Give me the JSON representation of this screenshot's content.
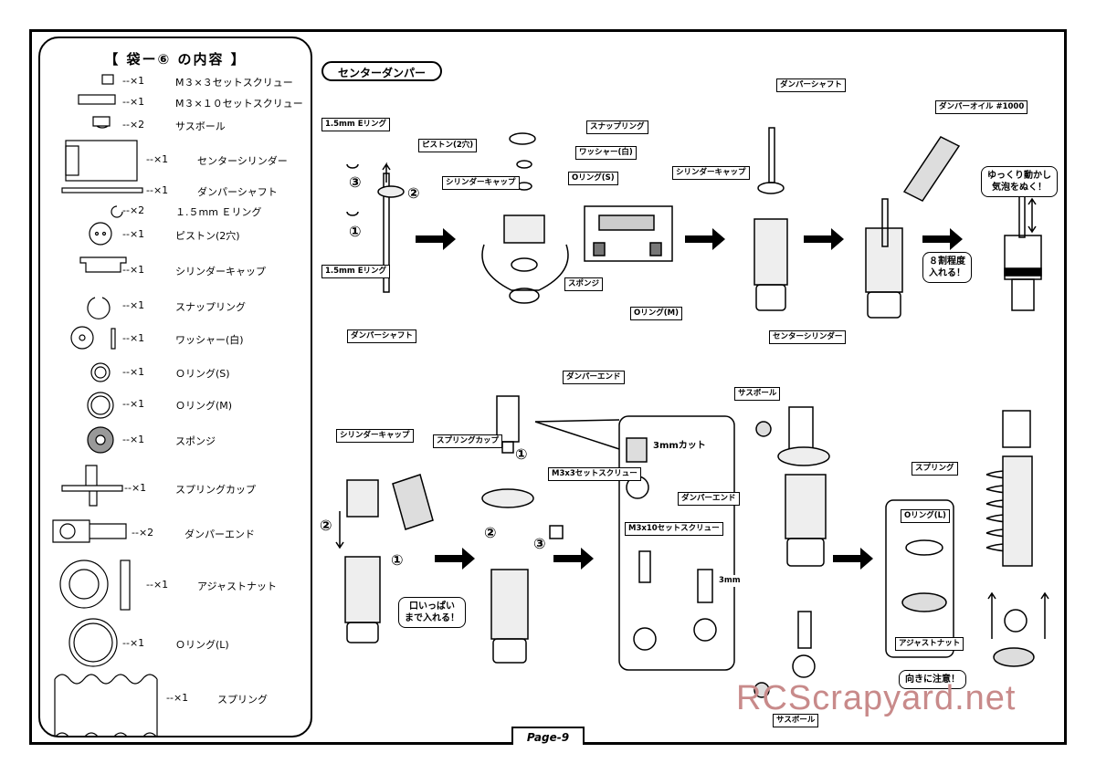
{
  "parts_list": {
    "title": "【 袋ー⑥ の内容 】",
    "items": [
      {
        "qty": "--×1",
        "name": "M３×３セットスクリュー"
      },
      {
        "qty": "--×1",
        "name": "M３×１０セットスクリュー"
      },
      {
        "qty": "--×2",
        "name": "サスボール"
      },
      {
        "qty": "--×1",
        "name": "センターシリンダー"
      },
      {
        "qty": "--×1",
        "name": "ダンパーシャフト"
      },
      {
        "qty": "--×2",
        "name": "１.５mm Ｅリング"
      },
      {
        "qty": "--×1",
        "name": "ピストン(2穴)"
      },
      {
        "qty": "--×1",
        "name": "シリンダーキャップ"
      },
      {
        "qty": "--×1",
        "name": "スナップリング"
      },
      {
        "qty": "--×1",
        "name": "ワッシャー(白)"
      },
      {
        "qty": "--×1",
        "name": "Ｏリング(S)"
      },
      {
        "qty": "--×1",
        "name": "Ｏリング(M)"
      },
      {
        "qty": "--×1",
        "name": "スポンジ"
      },
      {
        "qty": "--×1",
        "name": "スプリングカップ"
      },
      {
        "qty": "--×2",
        "name": "ダンパーエンド"
      },
      {
        "qty": "--×1",
        "name": "アジャストナット"
      },
      {
        "qty": "--×1",
        "name": "Ｏリング(L)"
      },
      {
        "qty": "--×1",
        "name": "スプリング"
      }
    ]
  },
  "section_title": "センターダンパー",
  "labels": {
    "e_ring_top": "1.5mm Eリング",
    "e_ring_bottom": "1.5mm Eリング",
    "piston": "ピストン(2穴)",
    "damper_shaft_1": "ダンパーシャフト",
    "cylinder_cap_1": "シリンダーキャップ",
    "snap_ring": "スナップリング",
    "washer": "ワッシャー(白)",
    "oring_s": "Oリング(S)",
    "cylinder_cap_2": "シリンダーキャップ",
    "sponge": "スポンジ",
    "oring_m": "Oリング(M)",
    "damper_shaft_2": "ダンパーシャフト",
    "center_cylinder": "センターシリンダー",
    "damper_oil": "ダンパーオイル #1000",
    "cylinder_cap_3": "シリンダーキャップ",
    "spring_cup": "スプリングカップ",
    "damper_end_1": "ダンパーエンド",
    "m3x3": "M3x3セットスクリュー",
    "m3x10": "M3x10セットスクリュー",
    "cut_3mm": "3mmカット",
    "damper_end_2": "ダンパーエンド",
    "dim_3mm": "3mm",
    "sus_ball_1": "サスボール",
    "sus_ball_2": "サスボール",
    "oring_l": "Oリング(L)",
    "spring": "スプリング",
    "adjust_nut": "アジャストナット"
  },
  "notes": {
    "fill_80": "８割程度\n入れる！",
    "bubbles": "ゆっくり動かし\n気泡をぬく！",
    "fill_full": "口いっぱい\nまで入れる！",
    "orientation": "向きに注意！"
  },
  "steps": [
    "③",
    "②",
    "①",
    "②",
    "①",
    "①",
    "②",
    "③"
  ],
  "page": "Page-9",
  "watermark": "RCScrapyard.net"
}
